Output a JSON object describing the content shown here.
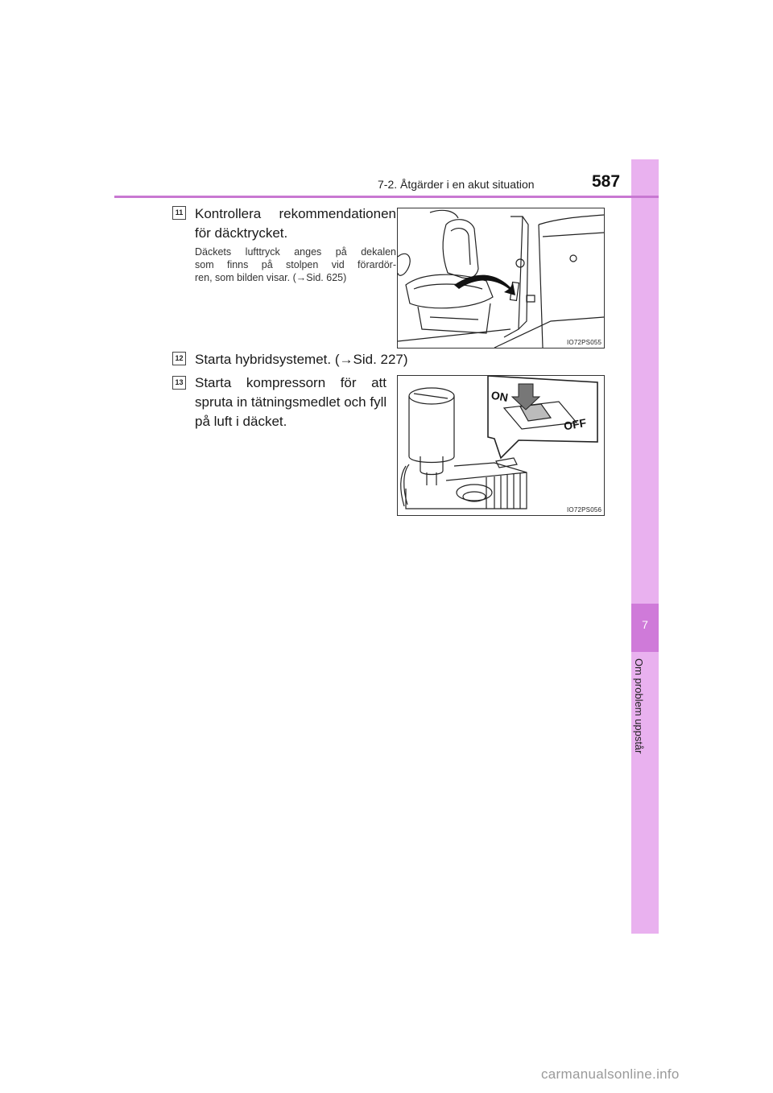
{
  "header": {
    "section_title": "7-2. Åtgärder i en akut situation",
    "page_number": "587"
  },
  "sidebar": {
    "chapter_number": "7",
    "chapter_label": "Om problem uppstår"
  },
  "steps": [
    {
      "badge": "11",
      "text_line1": "Kontrollera rekommendationen",
      "text_line2": "för däcktrycket.",
      "note_line1": "Däckets lufttryck anges på dekalen",
      "note_line2": "som finns på stolpen vid förardör-",
      "note_line3": "ren, som bilden visar. (→Sid. 625)"
    },
    {
      "badge": "12",
      "text": "Starta hybridsystemet. (→Sid. 227)"
    },
    {
      "badge": "13",
      "text_line1": "Starta kompressorn för att",
      "text_line2": "spruta in tätningsmedlet och fyll",
      "text_line3": "på luft i däcket."
    }
  ],
  "figures": {
    "fig1_code": "IO72PS055",
    "fig2_code": "IO72PS056",
    "switch_on": "ON",
    "switch_off": "OFF"
  },
  "watermark": "carmanualsonline.info"
}
